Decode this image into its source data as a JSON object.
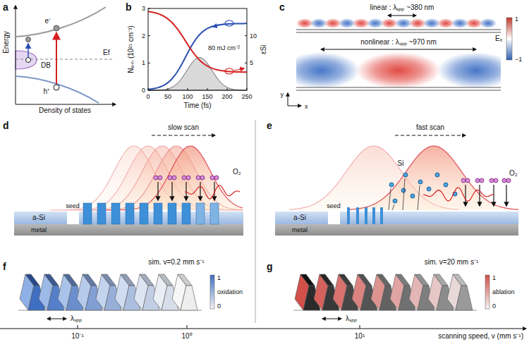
{
  "diagram": {
    "labels": [
      "a",
      "Energy",
      "Density of states",
      "e⁻",
      "Ef",
      "DB",
      "h⁺",
      "b",
      "Nₑ₋ₕ (10²¹ cm⁻³)",
      "εSi",
      "0",
      "1",
      "2",
      "3",
      "5",
      "10",
      "0",
      "50",
      "100",
      "150",
      "200",
      "250",
      "Time (fs)",
      "80 mJ cm⁻²",
      "c",
      "linear : λₛₚₚ ~380 nm",
      "nonlinear : λₛₚₚ ~970 nm",
      "Eₓ",
      "1",
      "−1",
      "y",
      "x",
      "d",
      "slow scan",
      "O₂",
      "a-Si",
      "seed",
      "metal",
      "e",
      "fast scan",
      "Si",
      "O₂",
      "a-Si",
      "seed",
      "metal",
      "f",
      "sim. v=0.2 mm s⁻¹",
      "oxidation",
      "1",
      "0",
      "λₛₚₚ",
      "g",
      "sim. v=20 mm s⁻¹",
      "ablation",
      "1",
      "0",
      "λₛₚₚ",
      "10⁻¹",
      "10⁰",
      "10¹",
      "scanning speed, v (mm s⁻¹)"
    ]
  }
}
